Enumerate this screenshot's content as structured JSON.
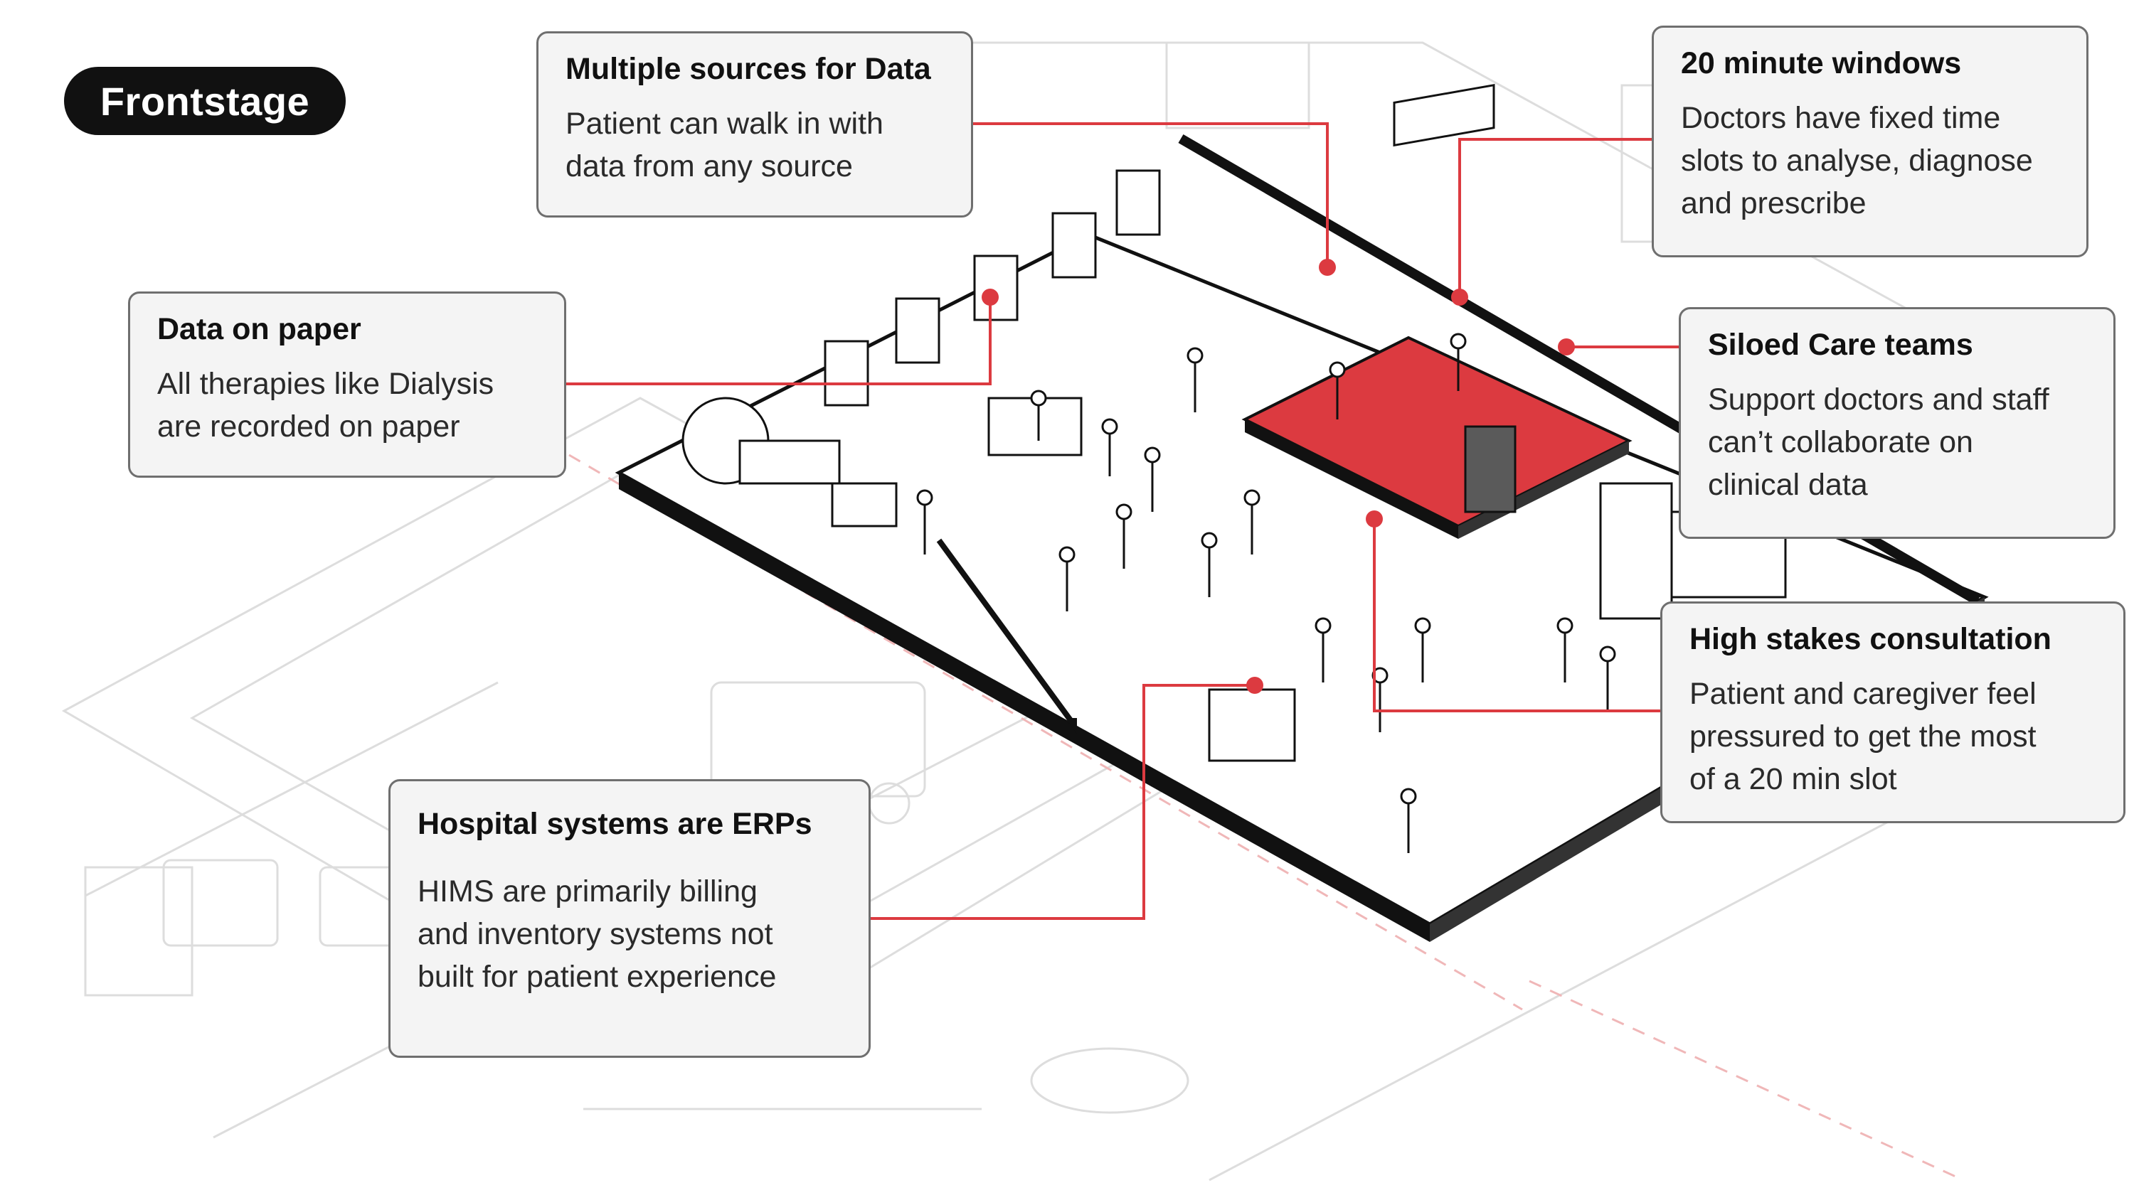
{
  "badge": {
    "label": "Frontstage"
  },
  "colors": {
    "accent": "#dc3a40",
    "ink": "#111111",
    "panel": "#f4f4f4",
    "panel_border": "#6f6f6f"
  },
  "callouts": [
    {
      "id": "multiple-sources",
      "title": "Multiple sources for Data",
      "body": "Patient can walk in with\ndata from any source"
    },
    {
      "id": "twenty-minute-windows",
      "title": "20 minute windows",
      "body": "Doctors have fixed time\nslots to analyse, diagnose\nand prescribe"
    },
    {
      "id": "data-on-paper",
      "title": "Data on paper",
      "body": "All therapies like Dialysis\nare recorded on paper"
    },
    {
      "id": "siloed-care-teams",
      "title": "Siloed Care teams",
      "body": "Support doctors and staff\ncan’t collaborate on\nclinical data"
    },
    {
      "id": "high-stakes-consultation",
      "title": "High stakes consultation",
      "body": "Patient and caregiver feel\npressured to get the most\nof a 20 min slot"
    },
    {
      "id": "hospital-systems-erps",
      "title": "Hospital systems are ERPs",
      "body": "HIMS are primarily billing\nand inventory systems not\nbuilt for patient experience"
    }
  ]
}
